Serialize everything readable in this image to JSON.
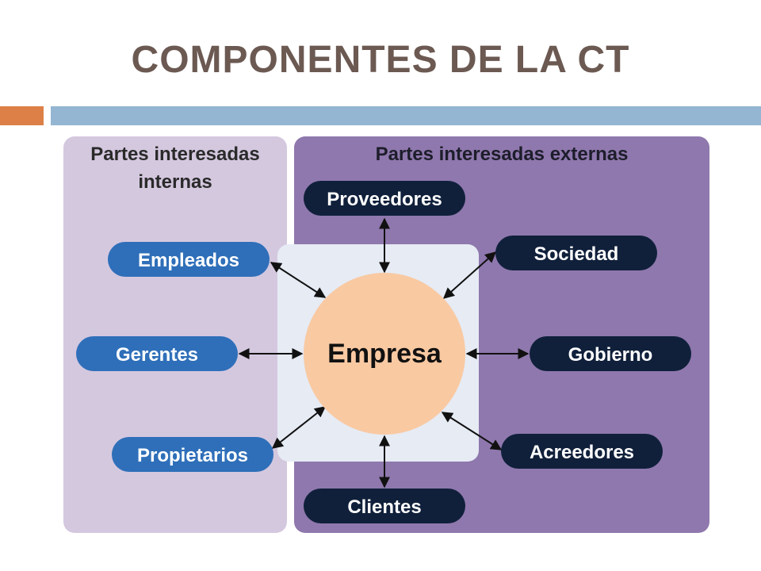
{
  "slide": {
    "title": "COMPONENTES DE LA CT"
  },
  "diagram": {
    "internal_panel": {
      "label_line1": "Partes interesadas",
      "label_line2": "internas"
    },
    "external_panel": {
      "label": "Partes interesadas externas"
    },
    "center": {
      "label": "Empresa"
    },
    "internal_nodes": [
      {
        "id": "empleados",
        "label": "Empleados"
      },
      {
        "id": "gerentes",
        "label": "Gerentes"
      },
      {
        "id": "propietarios",
        "label": "Propietarios"
      }
    ],
    "external_nodes": [
      {
        "id": "proveedores",
        "label": "Proveedores"
      },
      {
        "id": "sociedad",
        "label": "Sociedad"
      },
      {
        "id": "gobierno",
        "label": "Gobierno"
      },
      {
        "id": "acreedores",
        "label": "Acreedores"
      },
      {
        "id": "clientes",
        "label": "Clientes"
      }
    ],
    "colors": {
      "internal_panel": "#d4c8df",
      "external_panel": "#8f78ad",
      "inner_panel": "#e6ebf4",
      "center_circle": "#f9c9a2",
      "internal_pill": "#2f6fb9",
      "external_pill": "#10203b",
      "title": "#6b5952",
      "accent_orange": "#dd8047",
      "accent_blue": "#94b6d2"
    }
  }
}
